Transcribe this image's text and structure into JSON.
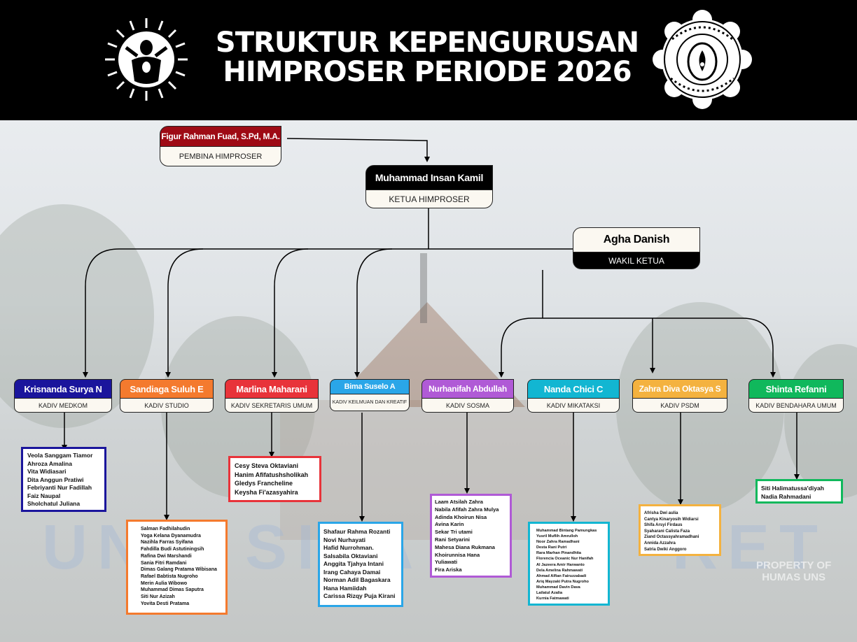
{
  "header": {
    "title_line1": "STRUKTUR KEPENGURUSAN",
    "title_line2": "HIMPROSER PERIODE 2026",
    "left_logo": "himproser-logo",
    "right_logo": "university-seal"
  },
  "colors": {
    "header_bg": "#000000",
    "pembina": "#9e0a14",
    "medkom": "#1a159c",
    "studio": "#f47a2e",
    "sekretaris": "#e8333a",
    "keilmuan": "#2aa6e8",
    "sosma": "#b05ad6",
    "mikataksi": "#12b6d2",
    "psdm": "#f4b23f",
    "bendahara": "#10b85c"
  },
  "pembina": {
    "name": "Figur Rahman Fuad, S.Pd, M.A.",
    "role": "PEMBINA HIMPROSER"
  },
  "ketua": {
    "name": "Muhammad Insan Kamil",
    "role": "KETUA HIMPROSER"
  },
  "wakil": {
    "name": "Agha Danish",
    "role": "WAKIL KETUA"
  },
  "divisions": [
    {
      "name": "Krisnanda Surya N",
      "role": "KADIV MEDKOM",
      "members": [
        "Veola Sanggam Tiamor",
        "Ahroza Amalina",
        "Vita Widiasari",
        "Dita Anggun Pratiwi",
        "Febriyanti Nur Fadillah",
        "Faiz Naupal",
        "Sholchatul Juliana"
      ]
    },
    {
      "name": "Sandiaga Suluh E",
      "role": "KADIV STUDIO",
      "members": [
        "Salman Fadhilahudin",
        "Yoga Kelana Dyanamudra",
        "Nazihla Farras Syifana",
        "Fahdilla Budi Astutiningsih",
        "Rafina Dwi Marshandi",
        "Sania Fitri Ramdani",
        "Dimas Galang Pratama Wibisana",
        "Rafael Babtista Nugroho",
        "Merin Aulia Wibowo",
        "Muhammad Dimas Saputra",
        "Siti Nur Azizah",
        "Yovita Desti Pratama"
      ]
    },
    {
      "name": "Marlina Maharani",
      "role": "KADIV SEKRETARIS UMUM",
      "members": [
        "Cesy Steva Oktaviani",
        "Hanim Afifatushsholikah",
        "Gledys Francheline",
        "Keysha Fi'azasyahira"
      ]
    },
    {
      "name": "Bima Suselo A",
      "role": "KADIV KEILMUAN DAN KREATIF",
      "members": [
        "Shafaur Rahma Rozanti",
        "Novi Nurhayati",
        "Hafid Nurrohman.",
        "Salsabila Oktaviani",
        "Anggita Tjahya Intani",
        "Irang Cahaya Damai",
        "Norman Adil Bagaskara",
        "Hana Hamiidah",
        "Carissa Rizqy Puja Kirani"
      ]
    },
    {
      "name": "Nurhanifah Abdullah",
      "role": "KADIV SOSMA",
      "members": [
        "Laam Atsilah Zahra",
        "Nabila Afifah Zahra Mulya",
        "Adinda Khoirun Nisa",
        "Avina Karin",
        "Sekar Tri utami",
        "Rani Setyarini",
        "Mahesa Diana Rukmana",
        "Khoirunnisa Hana",
        "Yuliawati",
        "Fira Ariska"
      ]
    },
    {
      "name": "Nanda Chici C",
      "role": "KADIV MIKATAKSI",
      "members": [
        "Muhammad Bintang Pamungkas",
        "Yusril Muflih Amrulloh",
        "Noor Zahra Ramadhani",
        "Desta Rani Putri",
        "Rara Marhan Pinandhita",
        "Florencia Oceanic Nur Hanifah",
        "Al Jazeera Amir Harwanto",
        "Dela Amelina Rahmawati",
        "Ahmad Alfian Fairuzzabadi",
        "Ariq Mayzaki Putra Nugroho",
        "Muhammad Davin Dava",
        "Lailatul Azalia",
        "Kurnia Fatmawati"
      ]
    },
    {
      "name": "Zahra Diva Oktasya S",
      "role": "KADIV PSDM",
      "members": [
        "Afrisha Dwi aulia",
        "Cantya Kinaryosih Widiarsi",
        "Shifa Arsyi Firdaus",
        "Syaharani Calista Faza",
        "Ziand Octassyahramadhani",
        "Annida Azzahra",
        "Satria Dwiki Anggoro"
      ]
    },
    {
      "name": "Shinta Refanni",
      "role": "KADIV BENDAHARA UMUM",
      "members": [
        "Siti Halimatussa'diyah",
        "Nadia Rahmadani"
      ]
    }
  ],
  "background": {
    "watermark_left": "UNI",
    "watermark_mid": "SITA",
    "watermark_right": "RET",
    "credit_line1": "PROPERTY OF",
    "credit_line2": "HUMAS UNS"
  }
}
